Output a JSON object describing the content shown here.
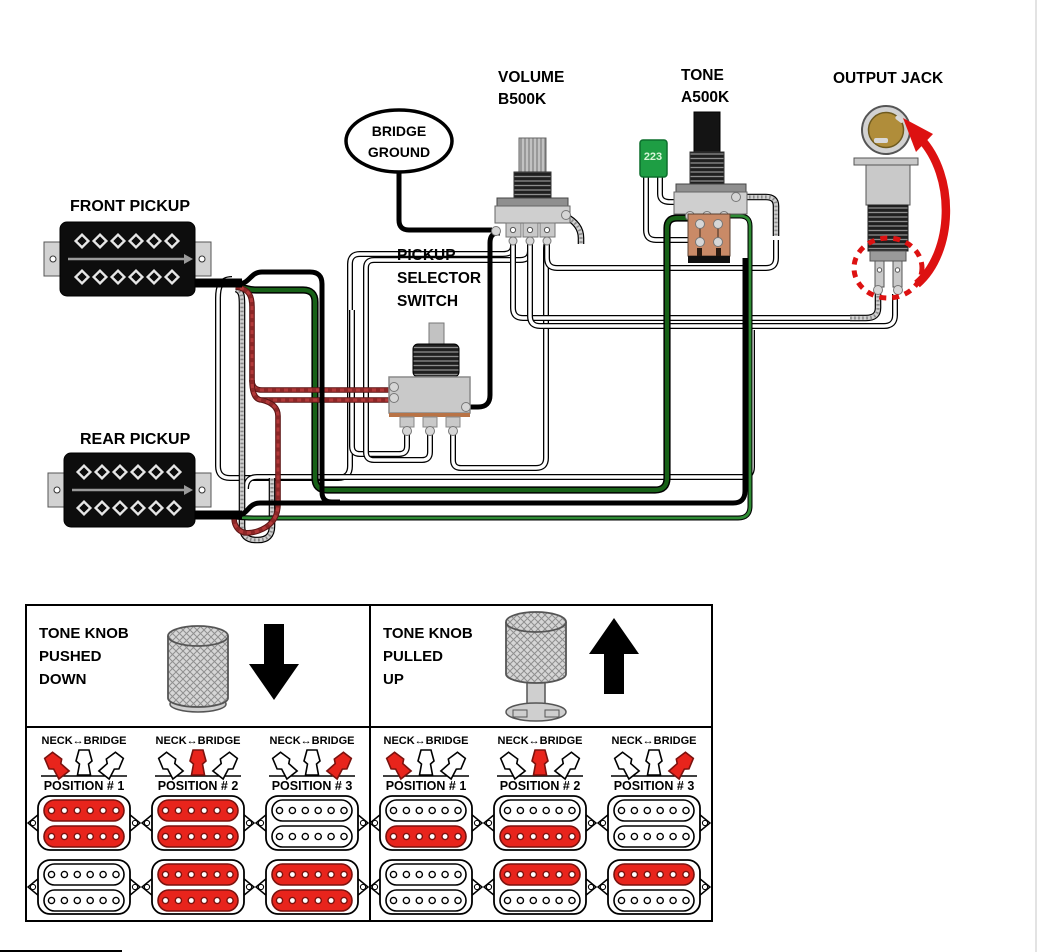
{
  "diagram": {
    "front_pickup_label": "FRONT PICKUP",
    "rear_pickup_label": "REAR PICKUP",
    "bridge_ground": [
      "BRIDGE",
      "GROUND"
    ],
    "selector": [
      "PICKUP",
      "SELECTOR",
      "SWITCH"
    ],
    "volume": [
      "VOLUME",
      "B500K"
    ],
    "tone": [
      "TONE",
      "A500K"
    ],
    "output_jack_label": "OUTPUT JACK",
    "capacitor_value": "223",
    "colors": {
      "hot_red": "#e8241c",
      "hot_red_outline": "#7a120e",
      "wire_green_dark": "#176117",
      "wire_green_light": "#2e8b34",
      "wire_red": "#b23939",
      "capacitor_green": "#1e9e44",
      "brass": "#b08d3a",
      "arrow_red": "#dd1111",
      "pcb_brown": "#c98a67"
    }
  },
  "table": {
    "switch_range_label": "NECK↔BRIDGE",
    "left": {
      "title_lines": [
        "TONE KNOB",
        "PUSHED",
        "DOWN"
      ],
      "knob_state": "down",
      "arrow": "down",
      "positions": [
        {
          "label": "POSITION # 1",
          "lever": "left",
          "neck": [
            "on",
            "on"
          ],
          "bridge": [
            "off",
            "off"
          ]
        },
        {
          "label": "POSITION # 2",
          "lever": "center",
          "neck": [
            "on",
            "on"
          ],
          "bridge": [
            "on",
            "on"
          ]
        },
        {
          "label": "POSITION # 3",
          "lever": "right",
          "neck": [
            "off",
            "off"
          ],
          "bridge": [
            "on",
            "on"
          ]
        }
      ]
    },
    "right": {
      "title_lines": [
        "TONE KNOB",
        "PULLED",
        "UP"
      ],
      "knob_state": "up",
      "arrow": "up",
      "positions": [
        {
          "label": "POSITION # 1",
          "lever": "left",
          "neck": [
            "off",
            "on"
          ],
          "bridge": [
            "off",
            "off"
          ]
        },
        {
          "label": "POSITION # 2",
          "lever": "center",
          "neck": [
            "off",
            "on"
          ],
          "bridge": [
            "on",
            "off"
          ]
        },
        {
          "label": "POSITION # 3",
          "lever": "right",
          "neck": [
            "off",
            "off"
          ],
          "bridge": [
            "on",
            "off"
          ]
        }
      ]
    }
  }
}
